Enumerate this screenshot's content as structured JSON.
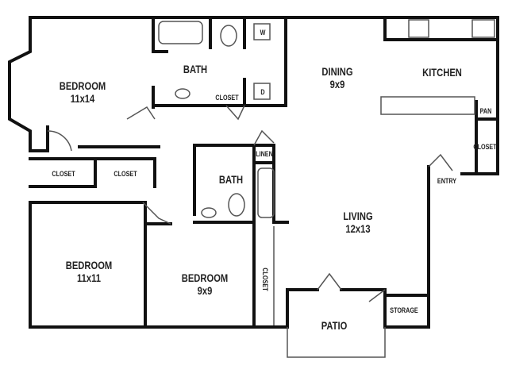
{
  "rooms": {
    "bedroom1": {
      "name": "BEDROOM",
      "size": "11x14"
    },
    "bath1": {
      "name": "BATH"
    },
    "closet_bath1": "CLOSET",
    "washer": "W",
    "dryer": "D",
    "dining": {
      "name": "DINING",
      "size": "9x9"
    },
    "kitchen": {
      "name": "KITCHEN"
    },
    "pantry": "PAN",
    "closet_entry": "CLOSET",
    "entry": "ENTRY",
    "closet_left1": "CLOSET",
    "closet_left2": "CLOSET",
    "linen": "LINEN",
    "bath2": {
      "name": "BATH"
    },
    "living": {
      "name": "LIVING",
      "size": "12x13"
    },
    "bedroom2": {
      "name": "BEDROOM",
      "size": "11x11"
    },
    "bedroom3": {
      "name": "BEDROOM",
      "size": "9x9"
    },
    "closet_bedroom3": "CLOSET",
    "patio": "PATIO",
    "storage": "STORAGE"
  }
}
